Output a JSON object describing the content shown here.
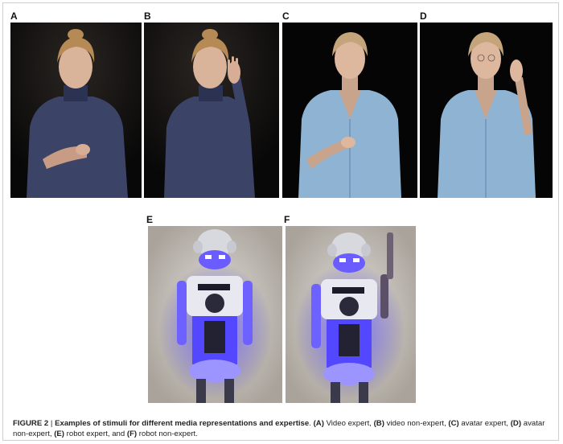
{
  "panels": [
    {
      "id": "A",
      "label": "A"
    },
    {
      "id": "B",
      "label": "B"
    },
    {
      "id": "C",
      "label": "C"
    },
    {
      "id": "D",
      "label": "D"
    },
    {
      "id": "E",
      "label": "E"
    },
    {
      "id": "F",
      "label": "F"
    }
  ],
  "caption": {
    "figure": "FIGURE 2",
    "separator": " | ",
    "title": "Examples of stimuli for different media representations and expertise",
    "parts": [
      {
        "tag": "(A)",
        "text": " Video expert, "
      },
      {
        "tag": "(B)",
        "text": " video non-expert, "
      },
      {
        "tag": "(C)",
        "text": " avatar expert, "
      },
      {
        "tag": "(D)",
        "text": " avatar non-expert, "
      },
      {
        "tag": "(E)",
        "text": " robot expert, and "
      },
      {
        "tag": "(F)",
        "text": " robot non-expert."
      }
    ]
  },
  "colors": {
    "video_bg": "#0c0c0c",
    "sweater": "#3b4466",
    "avatar_bg": "#050505",
    "avatar_shirt": "#8fb3d2",
    "robot_wall": "#cdc8c0",
    "robot_glow": "#5a4cff"
  }
}
